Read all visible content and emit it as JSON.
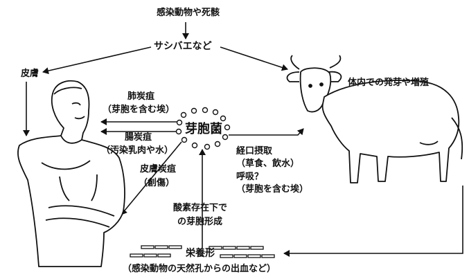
{
  "labels": {
    "source": "感染動物や死骸",
    "flies": "サシバエなど",
    "skin": "皮膚",
    "lung_title": "肺炭疽",
    "lung_sub": "（芽胞を含む埃）",
    "spore": "芽胞菌",
    "intestinal_title": "腸炭疽",
    "intestinal_sub": "（汚染乳肉や水）",
    "cutaneous_title": "皮膚炭疽",
    "cutaneous_sub": "（創傷）",
    "in_body": "体内での発芽や増殖",
    "oral": "経口摂取",
    "oral_sub": "（草食、飲水）",
    "resp": "呼吸？",
    "resp_sub": "（芽胞を含む埃）",
    "oxygen1": "酸素存在下で",
    "oxygen2": "の芽胞形成",
    "vegetative": "栄養形",
    "bleeding": "（感染動物の天然孔からの出血など）"
  },
  "icons": [
    "human-figure-icon",
    "cow-figure-icon",
    "spore-cluster-icon",
    "bacilli-icon"
  ]
}
